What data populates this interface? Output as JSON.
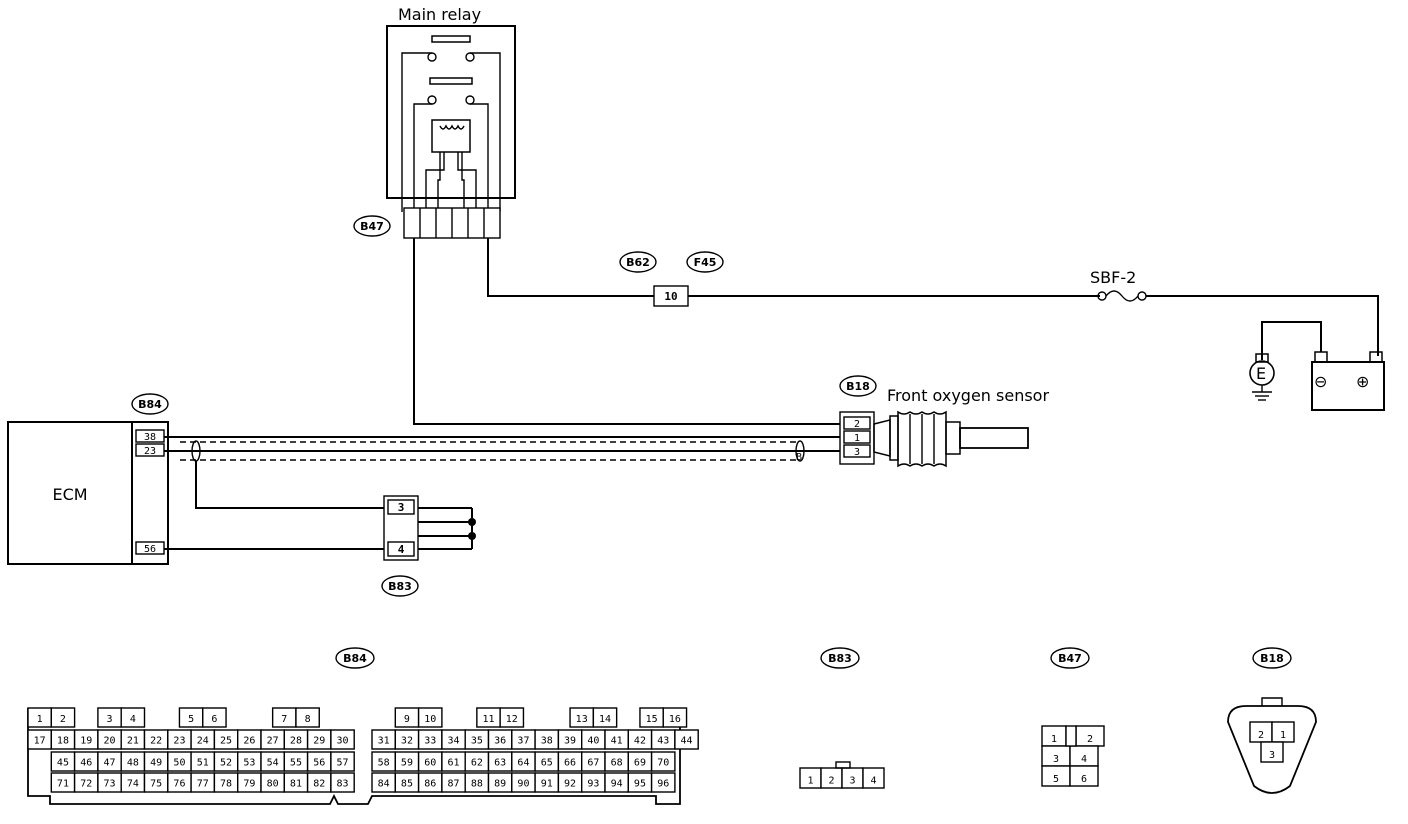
{
  "labels": {
    "main_relay": "Main relay",
    "ecm": "ECM",
    "sbf": "SBF-2",
    "front_oxygen_sensor": "Front oxygen sensor",
    "battery_minus": "⊖",
    "battery_plus": "⊕",
    "ground_letter": "E"
  },
  "connector_tags": {
    "b47": "B47",
    "b62": "B62",
    "f45": "F45",
    "b84": "B84",
    "b18": "B18",
    "b83": "B83"
  },
  "wire_pins": {
    "b62_f45": "10",
    "ecm_top": "38",
    "ecm_mid": "23",
    "ecm_bottom": "56",
    "b83_upper": "3",
    "b83_lower": "4",
    "sensor_1": "2",
    "sensor_2": "1",
    "sensor_3": "3",
    "shield_letter": "B"
  },
  "pinouts": {
    "b84_tag": "B84",
    "b83_tag": "B83",
    "b47_tag": "B47",
    "b18_tag": "B18",
    "b84_row1a": [
      "1",
      "2"
    ],
    "b84_row1b": [
      "3",
      "4"
    ],
    "b84_row1c": [
      "5",
      "6"
    ],
    "b84_row1d": [
      "7",
      "8"
    ],
    "b84_row1e": [
      "9",
      "10"
    ],
    "b84_row1f": [
      "11",
      "12"
    ],
    "b84_row1g": [
      "13",
      "14"
    ],
    "b84_row1h": [
      "15",
      "16"
    ],
    "b84_row2_left": [
      "17",
      "18",
      "19",
      "20",
      "21",
      "22",
      "23",
      "24",
      "25",
      "26",
      "27",
      "28",
      "29",
      "30"
    ],
    "b84_row2_right": [
      "31",
      "32",
      "33",
      "34",
      "35",
      "36",
      "37",
      "38",
      "39",
      "40",
      "41",
      "42",
      "43",
      "44"
    ],
    "b84_row3_left": [
      "45",
      "46",
      "47",
      "48",
      "49",
      "50",
      "51",
      "52",
      "53",
      "54",
      "55",
      "56",
      "57"
    ],
    "b84_row3_right": [
      "58",
      "59",
      "60",
      "61",
      "62",
      "63",
      "64",
      "65",
      "66",
      "67",
      "68",
      "69",
      "70"
    ],
    "b84_row4_left": [
      "71",
      "72",
      "73",
      "74",
      "75",
      "76",
      "77",
      "78",
      "79",
      "80",
      "81",
      "82",
      "83"
    ],
    "b84_row4_right": [
      "84",
      "85",
      "86",
      "87",
      "88",
      "89",
      "90",
      "91",
      "92",
      "93",
      "94",
      "95",
      "96"
    ],
    "b83_pins": [
      "1",
      "2",
      "3",
      "4"
    ],
    "b47_pins": [
      "1",
      "2",
      "3",
      "4",
      "5",
      "6"
    ],
    "b18_pins": [
      "2",
      "1",
      "3"
    ]
  }
}
